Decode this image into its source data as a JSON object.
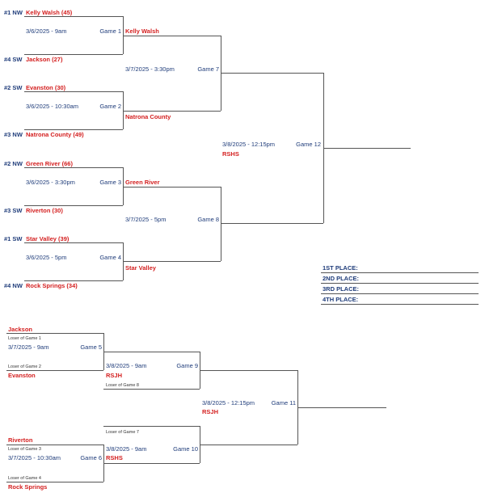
{
  "championship": {
    "game1": {
      "top_seed": "#1 NW",
      "top_team": "Kelly Walsh (45)",
      "bottom_seed": "#4 SW",
      "bottom_team": "Jackson (27)",
      "date": "3/6/2025 - 9am",
      "label": "Game 1",
      "winner": "Kelly Walsh"
    },
    "game2": {
      "top_seed": "#2 SW",
      "top_team": "Evanston (30)",
      "bottom_seed": "#3 NW",
      "bottom_team": "Natrona County (49)",
      "date": "3/6/2025 - 10:30am",
      "label": "Game 2",
      "winner": "Natrona County"
    },
    "game3": {
      "top_seed": "#2 NW",
      "top_team": "Green River (66)",
      "bottom_seed": "#3 SW",
      "bottom_team": "Riverton (30)",
      "date": "3/6/2025 - 3:30pm",
      "label": "Game 3",
      "winner": "Green River"
    },
    "game4": {
      "top_seed": "#1 SW",
      "top_team": "Star Valley (39)",
      "bottom_seed": "#4 NW",
      "bottom_team": "Rock Springs (34)",
      "date": "3/6/2025 - 5pm",
      "label": "Game 4",
      "winner": "Star Valley"
    },
    "game7": {
      "date": "3/7/2025 - 3:30pm",
      "label": "Game 7"
    },
    "game8": {
      "date": "3/7/2025 - 5pm",
      "label": "Game 8"
    },
    "game12": {
      "date": "3/8/2025 - 12:15pm",
      "label": "Game 12",
      "venue": "RSHS"
    }
  },
  "places": [
    "1ST PLACE:",
    "2ND PLACE:",
    "3RD PLACE:",
    "4TH PLACE:"
  ],
  "consolation": {
    "game5": {
      "top_team": "Jackson",
      "top_note": "Loser of Game 1",
      "date": "3/7/2025 - 9am",
      "label": "Game 5",
      "bottom_note": "Loser of Game 2",
      "bottom_team": "Evanston"
    },
    "game6": {
      "top_team": "Riverton",
      "top_note": "Loser of Game 3",
      "date": "3/7/2025 - 10:30am",
      "label": "Game 6",
      "bottom_note": "Loser of Game 4",
      "bottom_team": "Rock Springs"
    },
    "game9": {
      "date": "3/8/2025 - 9am",
      "label": "Game 9",
      "venue": "RSJH",
      "bottom_note": "Loser of Game 8"
    },
    "game10": {
      "top_note": "Loser of Game 7",
      "date": "3/8/2025 - 9am",
      "label": "Game 10",
      "venue": "RSHS"
    },
    "game11": {
      "date": "3/8/2025 - 12:15pm",
      "label": "Game 11",
      "venue": "RSJH"
    }
  }
}
